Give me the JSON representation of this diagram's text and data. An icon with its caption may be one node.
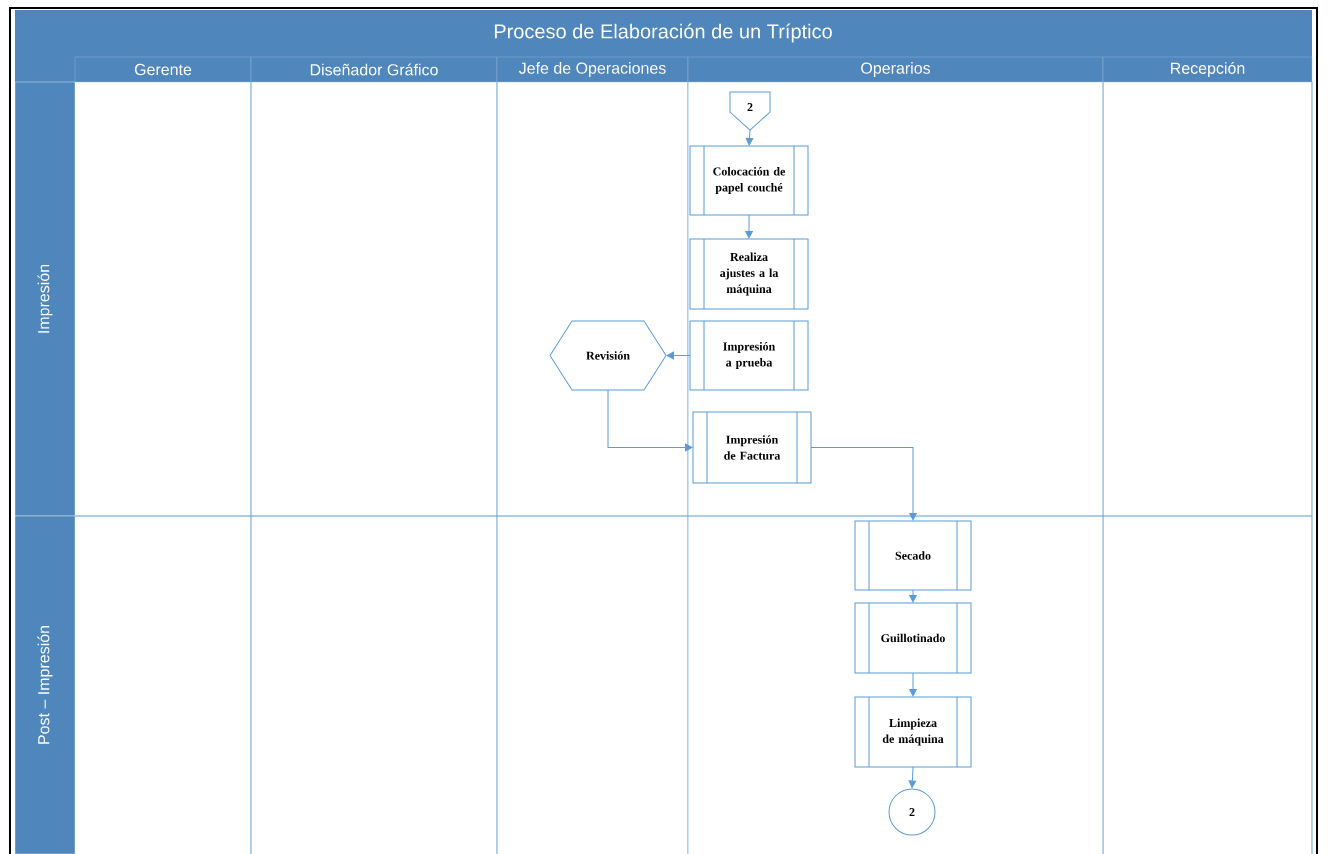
{
  "diagram": {
    "title": "Proceso de Elaboración de un Tríptico",
    "nodes": [
      {
        "text": [
          "Gerente"
        ]
      },
      {
        "text": [
          "Diseñador Gráfico"
        ]
      },
      {
        "text": [
          "Jefe de Operaciones"
        ]
      },
      {
        "text": [
          "Operarios"
        ]
      },
      {
        "text": [
          "Recepción"
        ]
      },
      {
        "text": [
          "Impresión"
        ]
      },
      {
        "text": [
          "Post – Impresión"
        ]
      },
      {
        "text": [
          "2"
        ]
      },
      {
        "text": [
          "Colocación de papel couché"
        ]
      },
      {
        "text": [
          "Realiza ajustes a la máquina"
        ]
      },
      {
        "text": [
          "Impresión a prueba"
        ]
      },
      {
        "text": [
          "Revisión"
        ]
      },
      {
        "text": [
          "Impresión de Factura"
        ]
      },
      {
        "text": [
          "Secado"
        ]
      },
      {
        "text": [
          "Guillotinado"
        ]
      },
      {
        "text": [
          "Limpieza de máquina"
        ]
      },
      {
        "text": [
          "2"
        ]
      }
    ],
    "edges": [
      {
        "from": 7,
        "to": 8,
        "arrow": "to"
      },
      {
        "from": 8,
        "to": 9,
        "arrow": "to"
      },
      {
        "from": 10,
        "to": 11,
        "arrow": "to"
      },
      {
        "from": 11,
        "to": 12,
        "arrow": "to"
      },
      {
        "from": 12,
        "to": 13,
        "arrow": "to"
      },
      {
        "from": 13,
        "to": 14,
        "arrow": "to"
      },
      {
        "from": 14,
        "to": 15,
        "arrow": "to"
      },
      {
        "from": 15,
        "to": 16,
        "arrow": "to"
      }
    ]
  }
}
